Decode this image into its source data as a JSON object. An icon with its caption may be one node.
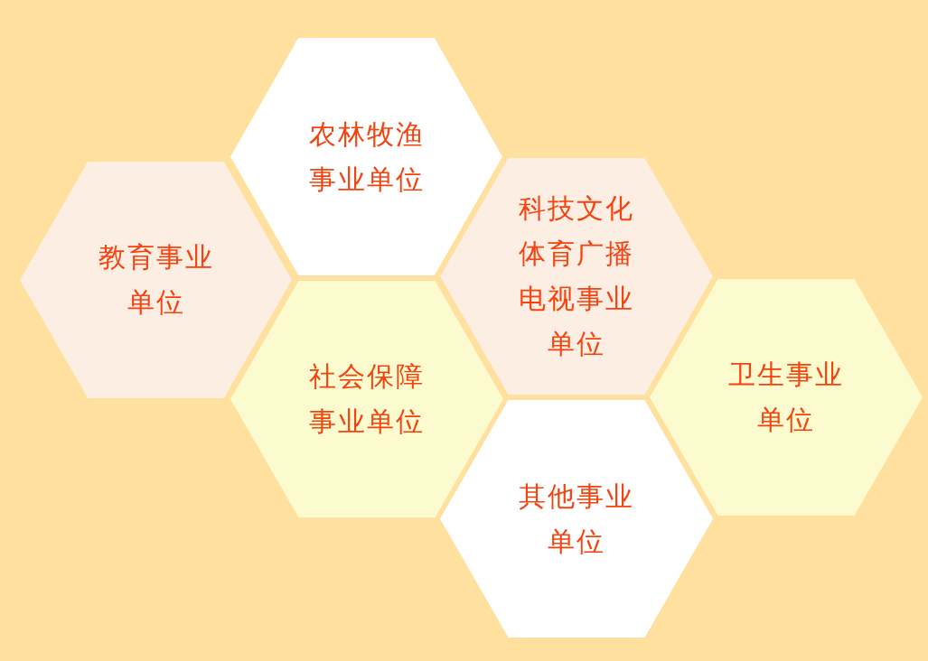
{
  "diagram": {
    "nodes": [
      {
        "text": [
          "教育事业单位"
        ]
      },
      {
        "text": [
          "农林牧渔事业单位"
        ]
      },
      {
        "text": [
          "社会保障事业单位"
        ]
      },
      {
        "text": [
          "科技文化体育广播电视事业单位"
        ]
      },
      {
        "text": [
          "其他事业单位"
        ]
      },
      {
        "text": [
          "卫生事业单位"
        ]
      }
    ]
  }
}
